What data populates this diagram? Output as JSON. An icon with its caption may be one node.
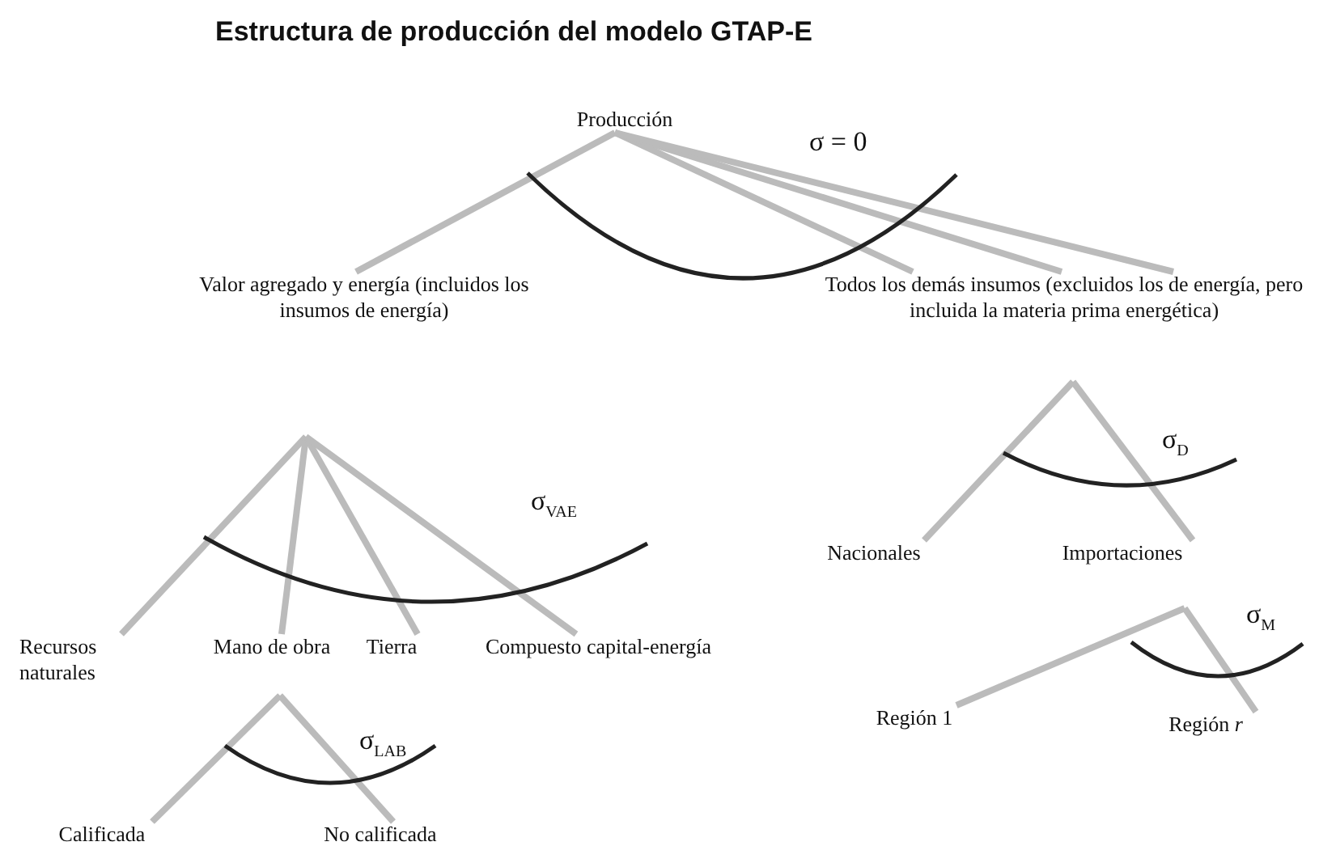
{
  "diagram": {
    "title": "Estructura de producción del modelo GTAP-E",
    "nodes": [
      {
        "text": [
          "Producción"
        ]
      },
      {
        "text": [
          "Valor agregado y energía (incluidos los insumos de energía)"
        ]
      },
      {
        "text": [
          "Todos los demás insumos (excluidos los de energía, pero incluida la materia prima energética)"
        ]
      },
      {
        "text": [
          "Recursos naturales"
        ]
      },
      {
        "text": [
          "Mano de obra"
        ]
      },
      {
        "text": [
          "Tierra"
        ]
      },
      {
        "text": [
          "Compuesto capital-energía"
        ]
      },
      {
        "text": [
          "Calificada"
        ]
      },
      {
        "text": [
          "No calificada"
        ]
      },
      {
        "text": [
          "Nacionales"
        ]
      },
      {
        "text": [
          "Importaciones"
        ]
      },
      {
        "text": [
          "Región 1"
        ]
      },
      {
        "text": [
          "Región *r*"
        ]
      }
    ],
    "edges": [
      {
        "from": 0,
        "to": 1,
        "arrow": "none"
      },
      {
        "from": 0,
        "to": 2,
        "arrow": "none"
      },
      {
        "from": 0,
        "to": 2,
        "arrow": "none"
      },
      {
        "from": 0,
        "to": 2,
        "arrow": "none"
      },
      {
        "from": null,
        "to": 3,
        "arrow": "none"
      },
      {
        "from": null,
        "to": 4,
        "arrow": "none"
      },
      {
        "from": null,
        "to": 5,
        "arrow": "none"
      },
      {
        "from": null,
        "to": 6,
        "arrow": "none"
      },
      {
        "from": null,
        "to": 7,
        "arrow": "none"
      },
      {
        "from": null,
        "to": 8,
        "arrow": "none"
      },
      {
        "from": null,
        "to": 9,
        "arrow": "none"
      },
      {
        "from": null,
        "to": 10,
        "arrow": "none"
      },
      {
        "from": null,
        "to": 11,
        "arrow": "none"
      },
      {
        "from": null,
        "to": 12,
        "arrow": "none"
      }
    ],
    "labels": [
      "σ = 0",
      "σ$_{D}$",
      "σ$_{VAE}$",
      "σ$_{M}$",
      "σ$_{LAB}$"
    ]
  }
}
